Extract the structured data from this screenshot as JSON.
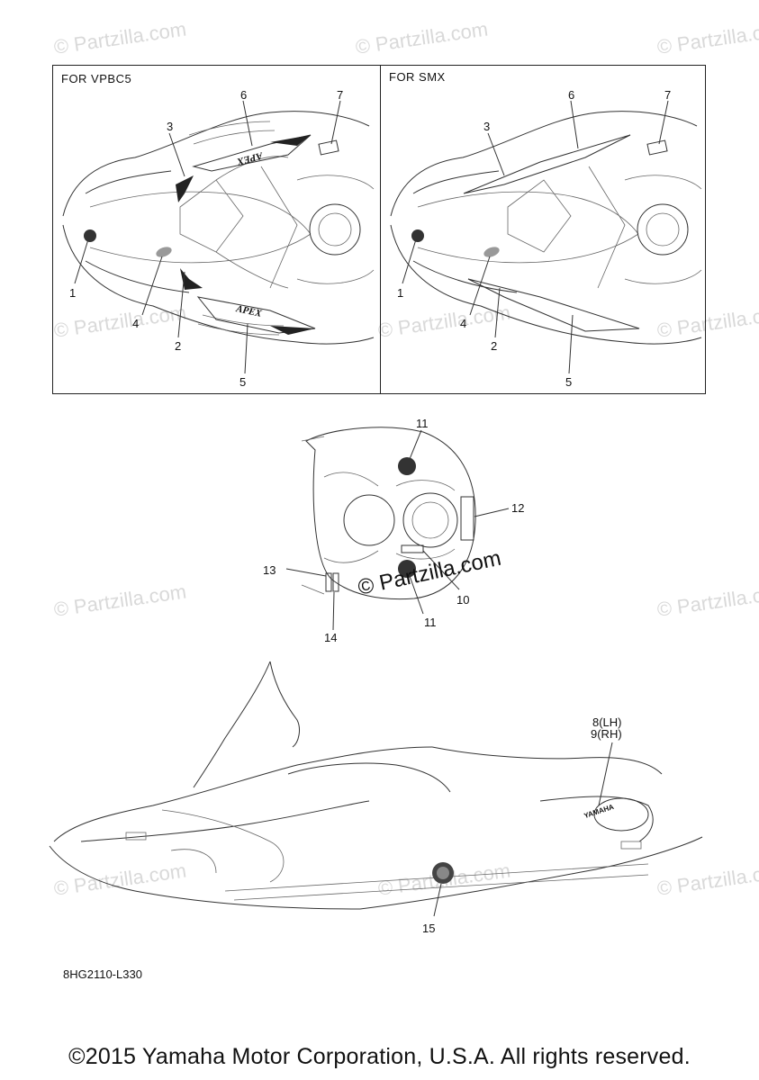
{
  "watermark": "© Partzilla.com",
  "panels": [
    {
      "title": "FOR VPBC5"
    },
    {
      "title": "FOR SMX"
    }
  ],
  "callouts": {
    "p1": [
      "1",
      "2",
      "3",
      "4",
      "5",
      "6",
      "7"
    ],
    "p2": [
      "1",
      "2",
      "3",
      "4",
      "5",
      "6",
      "7"
    ],
    "top": [
      "11",
      "12",
      "10",
      "11",
      "13",
      "14"
    ],
    "side": [
      "8(LH)",
      "9(RH)",
      "15"
    ]
  },
  "decal_text": {
    "apex": "APEX",
    "yamaha": "YAMAHA"
  },
  "diagram_code": "8HG2110-L330",
  "copyright": "©2015 Yamaha Motor Corporation, U.S.A. All rights reserved."
}
